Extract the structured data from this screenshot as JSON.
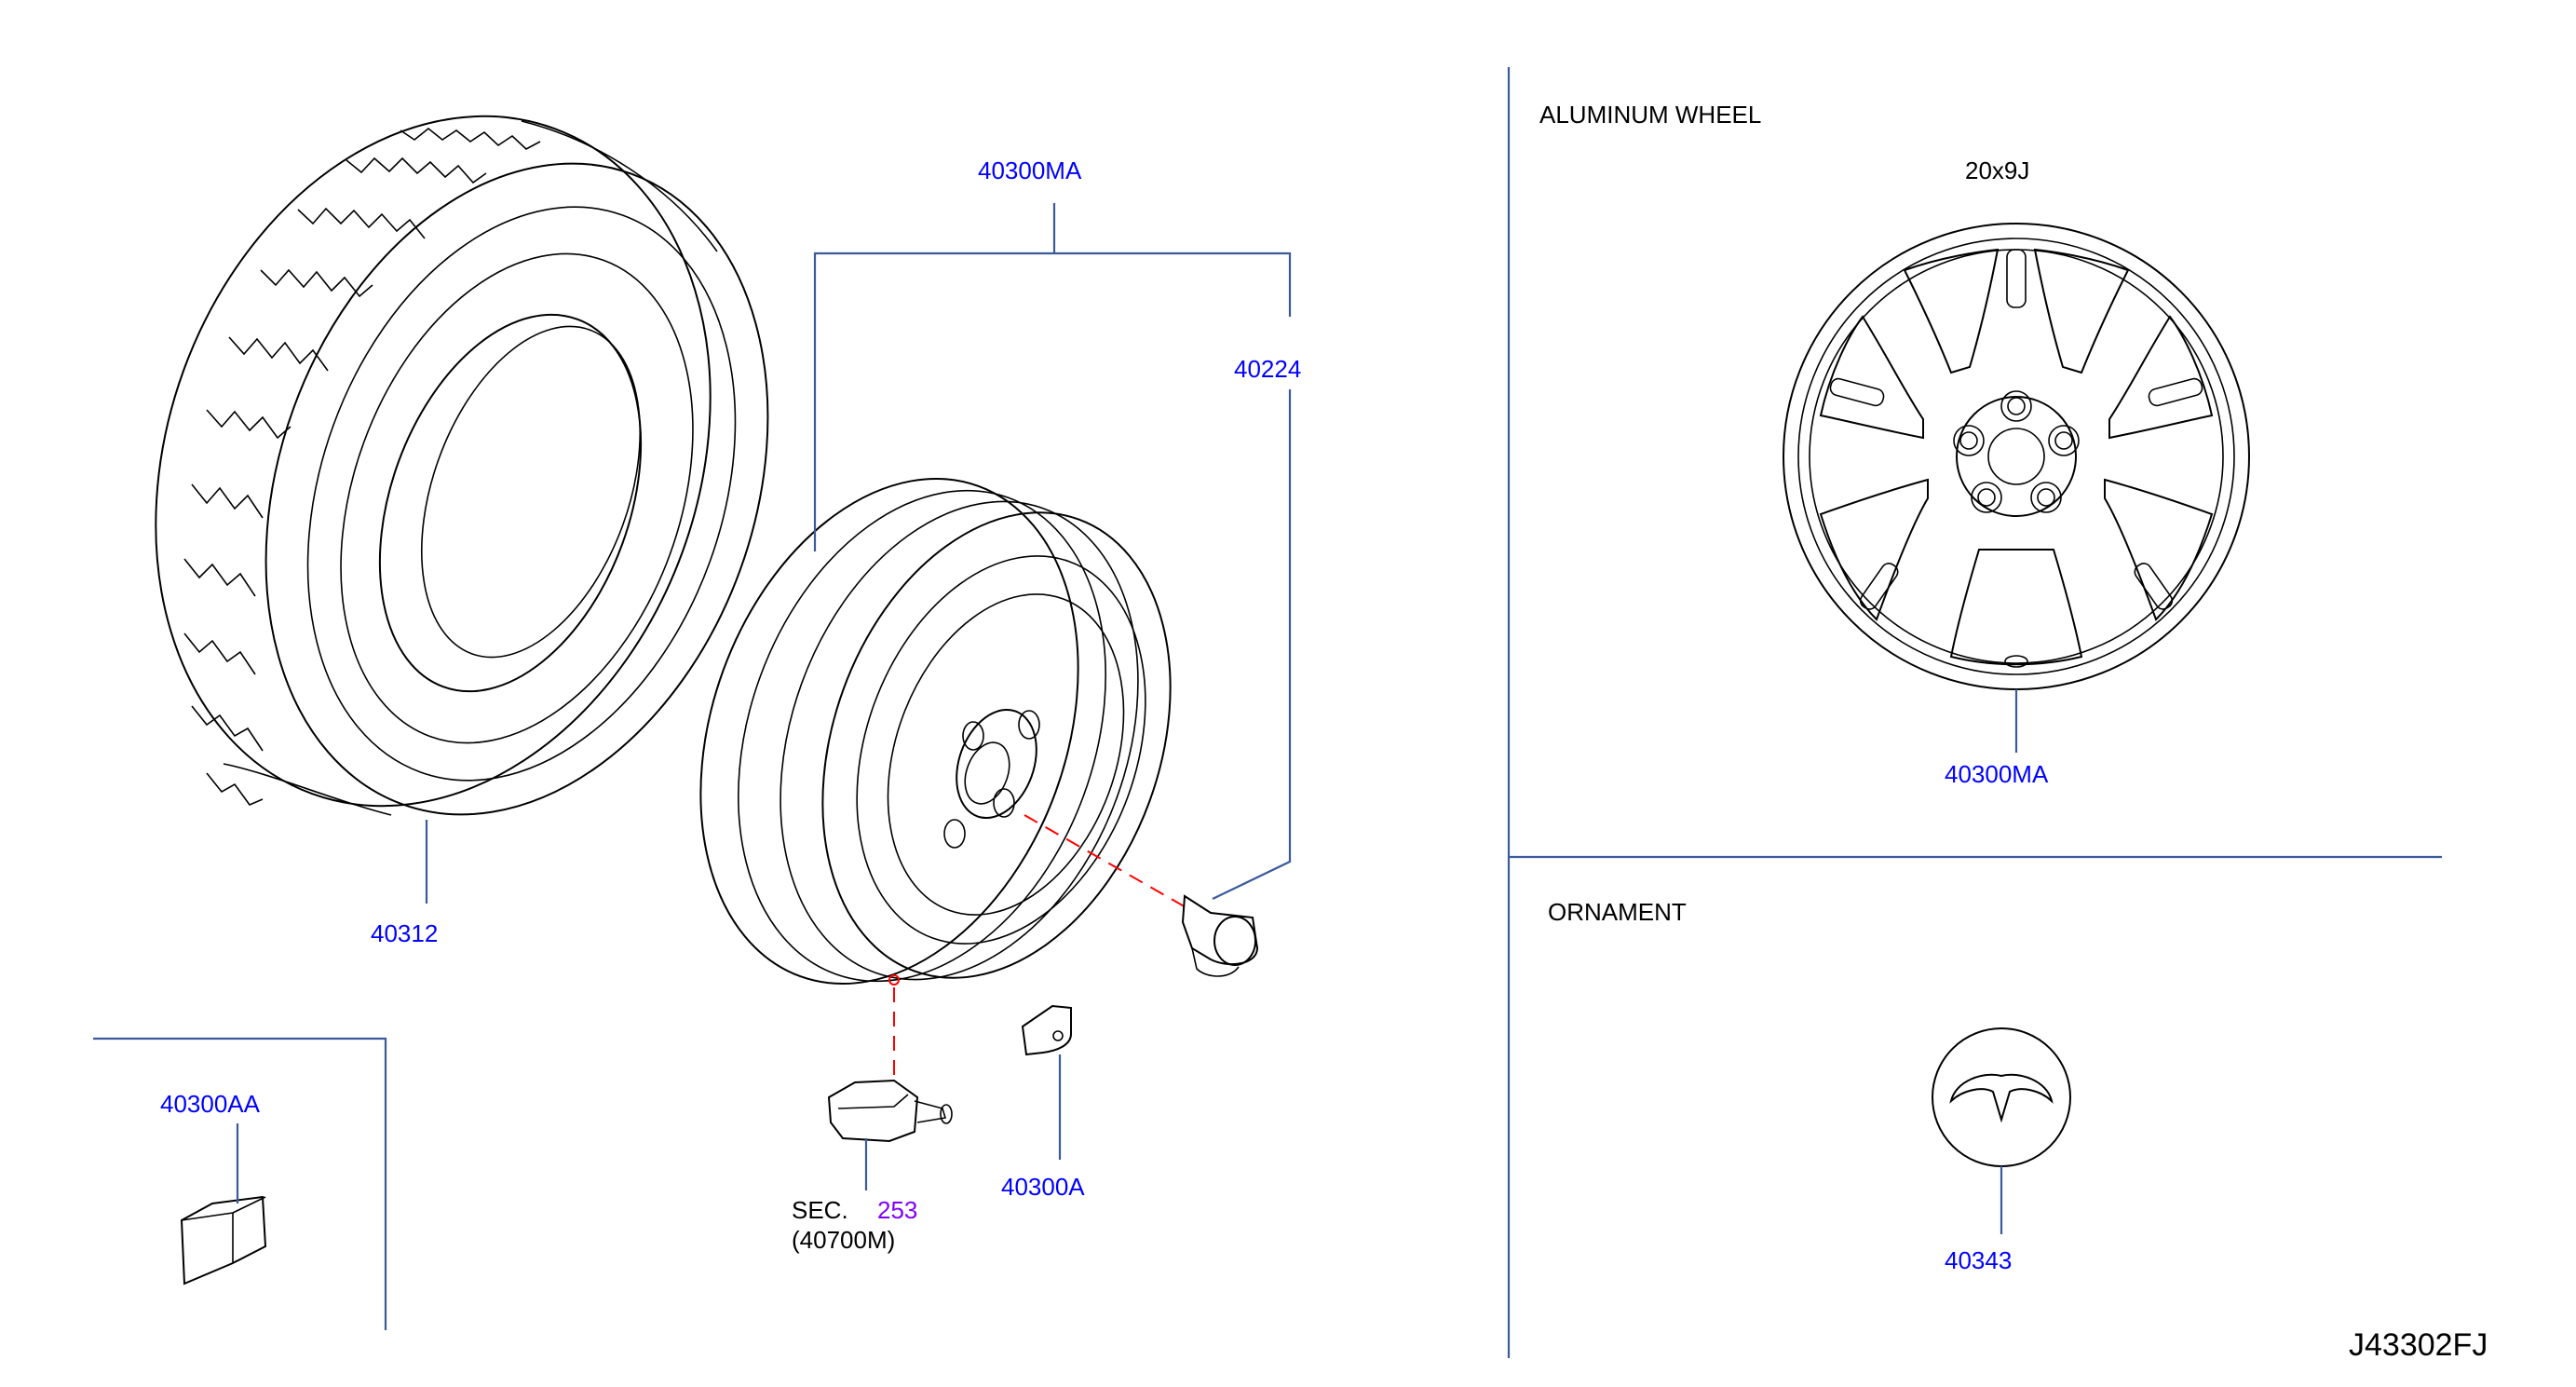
{
  "sections": {
    "aluminum_wheel": {
      "title": "ALUMINUM   WHEEL",
      "size": "20x9J"
    },
    "ornament": {
      "title": "ORNAMENT"
    }
  },
  "parts": {
    "tire": "40312",
    "wheel_assembly": "40300MA",
    "wheel_nut": "40224",
    "balance_weight": "40300A",
    "balance_weight_adhesive": "40300AA",
    "aluminum_wheel": "40300MA",
    "ornament": "40343"
  },
  "sensor_ref": {
    "sec_label": "SEC.",
    "sec_number": "253",
    "part_ref": "(40700M)"
  },
  "drawing_code": "J43302FJ",
  "colors": {
    "part_number": "#0000ff",
    "section_ref": "#8000ff",
    "dashed_leader": "#ff0000",
    "leader": "#3a5a9a"
  }
}
